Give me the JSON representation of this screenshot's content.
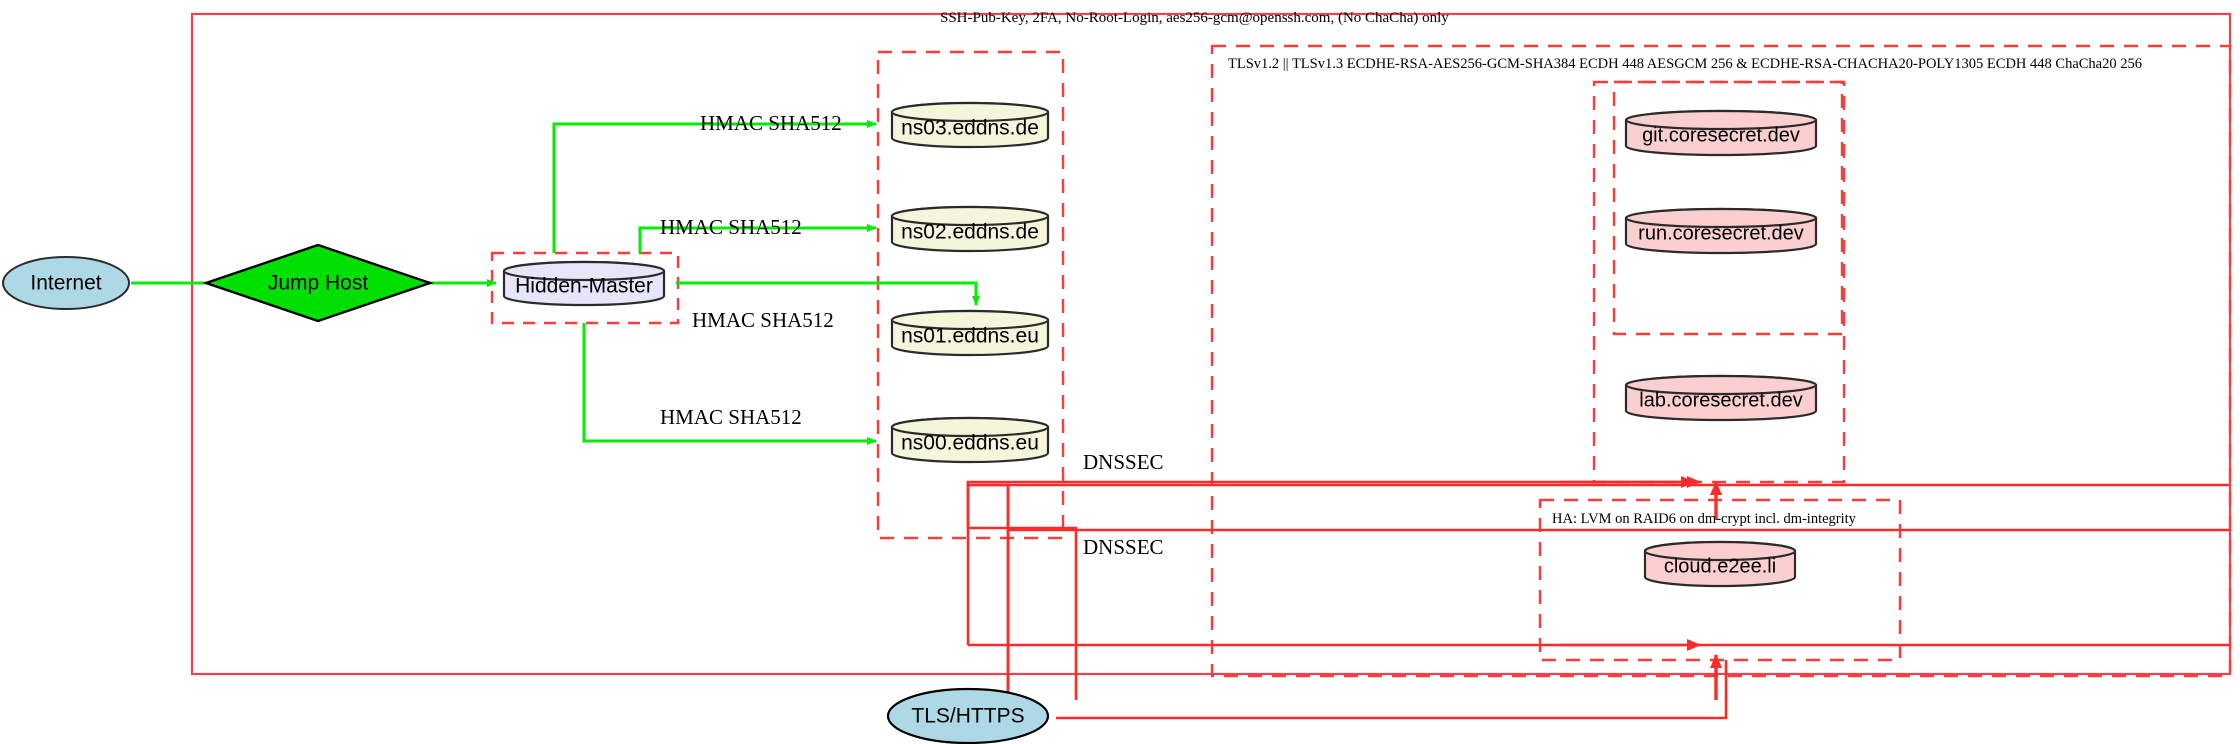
{
  "diagram": {
    "title_note": "network security architecture diagram",
    "colors": {
      "outer_boundary": "#e8444f",
      "dashed_red": "#fa3c3c",
      "solid_red_edge": "#fb2b2b",
      "green_edge": "#00ee00",
      "jump_host_fill": "#00e000",
      "internet_fill": "#add8e6",
      "hidden_master_fill": "#e6e6fa",
      "dns_fill": "#f5f5dc",
      "service_fill": "#fbcfcf",
      "stroke": "#2b2b2b"
    },
    "boundaries": [
      {
        "id": "ssh-zone",
        "label": "SSH-Pub-Key, 2FA, No-Root-Login, aes256-gcm@openssh.com, (No ChaCha) only",
        "style": "solid"
      },
      {
        "id": "tls-zone",
        "label": "TLSv1.2 || TLSv1.3 ECDHE-RSA-AES256-GCM-SHA384 ECDH 448 AESGCM 256 & ECDHE-RSA-CHACHA20-POLY1305 ECDH 448 ChaCha20 256",
        "style": "dashed"
      },
      {
        "id": "ha-zone",
        "label": "HA: LVM on RAID6 on dm-crypt incl. dm-integrity",
        "style": "dashed"
      },
      {
        "id": "dns-zone",
        "label": "",
        "style": "dashed"
      },
      {
        "id": "hidden-master-zone",
        "label": "",
        "style": "dashed"
      },
      {
        "id": "coresecret-zone",
        "label": "",
        "style": "dashed"
      },
      {
        "id": "services-zone",
        "label": "",
        "style": "dashed"
      }
    ],
    "nodes": [
      {
        "id": "internet",
        "label": "Internet",
        "shape": "ellipse",
        "fill": "#add8e6"
      },
      {
        "id": "jump-host",
        "label": "Jump Host",
        "shape": "diamond",
        "fill": "#00e000"
      },
      {
        "id": "hidden-master",
        "label": "Hidden-Master",
        "shape": "cylinder",
        "fill": "#e6e6fa"
      },
      {
        "id": "ns03",
        "label": "ns03.eddns.de",
        "shape": "cylinder",
        "fill": "#f5f5dc"
      },
      {
        "id": "ns02",
        "label": "ns02.eddns.de",
        "shape": "cylinder",
        "fill": "#f5f5dc"
      },
      {
        "id": "ns01",
        "label": "ns01.eddns.eu",
        "shape": "cylinder",
        "fill": "#f5f5dc"
      },
      {
        "id": "ns00",
        "label": "ns00.eddns.eu",
        "shape": "cylinder",
        "fill": "#f5f5dc"
      },
      {
        "id": "git",
        "label": "git.coresecret.dev",
        "shape": "cylinder",
        "fill": "#fbcfcf"
      },
      {
        "id": "run",
        "label": "run.coresecret.dev",
        "shape": "cylinder",
        "fill": "#fbcfcf"
      },
      {
        "id": "lab",
        "label": "lab.coresecret.dev",
        "shape": "cylinder",
        "fill": "#fbcfcf"
      },
      {
        "id": "cloud",
        "label": "cloud.e2ee.li",
        "shape": "cylinder",
        "fill": "#fbcfcf"
      },
      {
        "id": "tls-https",
        "label": "TLS/HTTPS",
        "shape": "ellipse",
        "fill": "#add8e6"
      }
    ],
    "edges": [
      {
        "from": "internet",
        "to": "jump-host",
        "label": "",
        "color": "green"
      },
      {
        "from": "jump-host",
        "to": "hidden-master",
        "label": "",
        "color": "green"
      },
      {
        "from": "hidden-master",
        "to": "ns03",
        "label": "HMAC SHA512",
        "color": "green"
      },
      {
        "from": "hidden-master",
        "to": "ns02",
        "label": "HMAC SHA512",
        "color": "green"
      },
      {
        "from": "hidden-master",
        "to": "ns01",
        "label": "HMAC SHA512",
        "color": "green"
      },
      {
        "from": "hidden-master",
        "to": "ns00",
        "label": "HMAC SHA512",
        "color": "green"
      },
      {
        "from": "tls-https",
        "to": "coresecret-zone",
        "label": "DNSSEC",
        "color": "red"
      },
      {
        "from": "tls-https",
        "to": "ha-zone",
        "label": "DNSSEC",
        "color": "red"
      }
    ],
    "edge_labels": {
      "hmac": "HMAC SHA512",
      "dnssec": "DNSSEC"
    }
  }
}
